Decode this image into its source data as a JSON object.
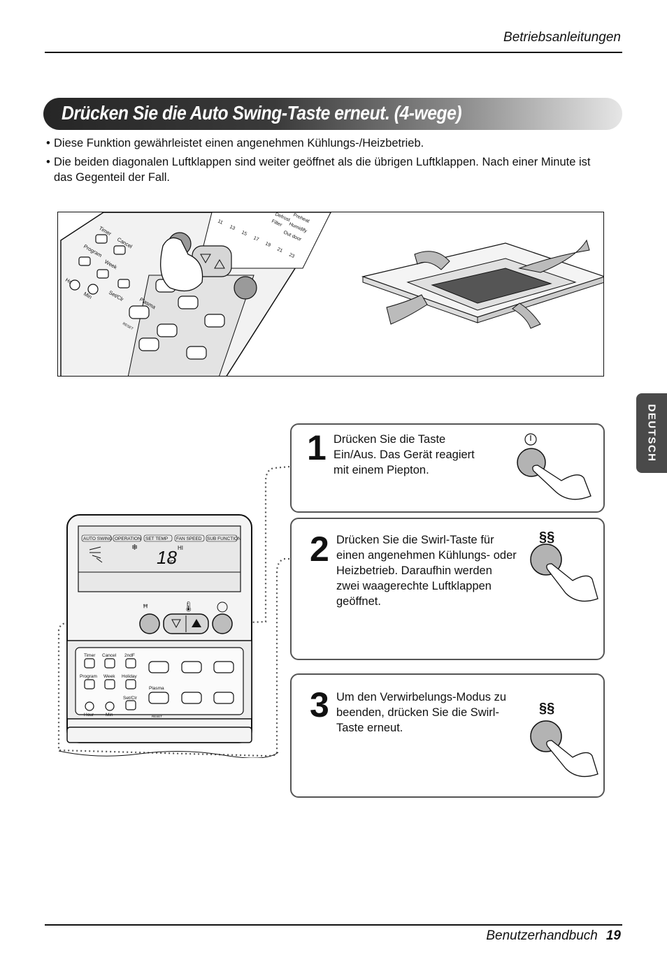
{
  "header": {
    "title": "Betriebsanleitungen"
  },
  "section": {
    "title": "Drücken Sie die Auto Swing-Taste erneut. (4-wege)"
  },
  "bullets": [
    "Diese Funktion gewährleistet einen angenehmen Kühlungs-/Heizbetrieb.",
    "Die beiden diagonalen Luftklappen sind weiter geöffnet als die übrigen Luftklappen. Nach einer Minute ist das Gegenteil der Fall."
  ],
  "side_tab": {
    "label": "DEUTSCH"
  },
  "steps": [
    {
      "number": "1",
      "lines": [
        "Drücken Sie die Taste",
        "Ein/Aus. Das Gerät reagiert",
        "mit einem Piepton."
      ]
    },
    {
      "number": "2",
      "lines": [
        "Drücken Sie die Swirl-Taste für",
        "einen angenehmen Kühlungs- oder",
        "Heizbetrieb. Daraufhin werden",
        "zwei waagerechte Luftklappen",
        "geöffnet."
      ]
    },
    {
      "number": "3",
      "lines": [
        "Um den Verwirbelungs-Modus zu",
        "beenden, drücken Sie die Swirl-",
        "Taste erneut."
      ]
    }
  ],
  "remote": {
    "display_labels": [
      "AUTO SWING",
      "OPERATION",
      "SET TEMP",
      "FAN SPEED",
      "SUB FUNCTION"
    ],
    "temperature": "18",
    "temp_unit": "°C",
    "fan_label": "HI",
    "buttons_row1": [
      "Timer",
      "Cancel",
      "2ndF"
    ],
    "buttons_row2": [
      "Program",
      "Week",
      "Holiday"
    ],
    "set_clr": "Set/Clr",
    "hour": "Hour",
    "min": "Min",
    "plasma": "Plasma",
    "reset": "RESET"
  },
  "top_remote": {
    "labels": [
      "Timer",
      "Cancel",
      "Program",
      "Week",
      "Hour",
      "Min",
      "Set/Clr",
      "Plasma",
      "RESET"
    ],
    "lcd_labels": [
      "Filter",
      "Defrost",
      "Preheat",
      "Humidify",
      "Out door"
    ],
    "lcd_numbers": [
      "11",
      "13",
      "15",
      "17",
      "19",
      "21",
      "23"
    ]
  },
  "footer": {
    "manual": "Benutzerhandbuch",
    "page": "19"
  }
}
